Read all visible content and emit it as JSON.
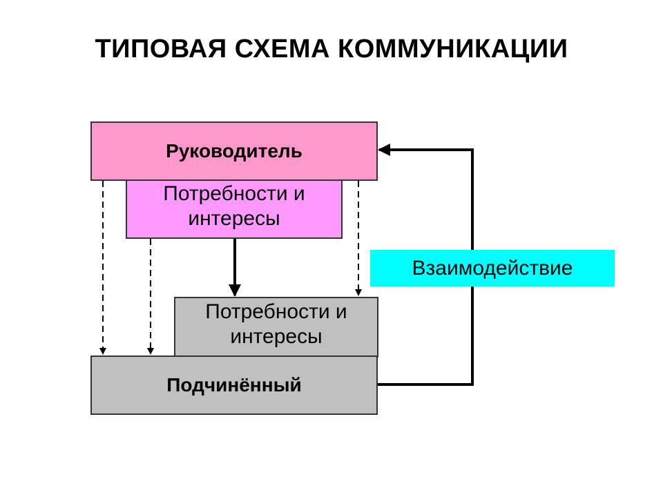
{
  "title": "ТИПОВАЯ СХЕМА КОММУНИКАЦИИ",
  "boxes": {
    "manager": "Руководитель",
    "needs_top": "Потребности и интересы",
    "needs_bottom": "Потребности и интересы",
    "subordinate": "Подчинённый",
    "interaction": "Взаимодействие"
  },
  "colors": {
    "manager": "#ff99cc",
    "needs_top": "#ff99ff",
    "needs_bottom": "#c0c0c0",
    "subordinate": "#c0c0c0",
    "interaction": "#00ffff"
  }
}
